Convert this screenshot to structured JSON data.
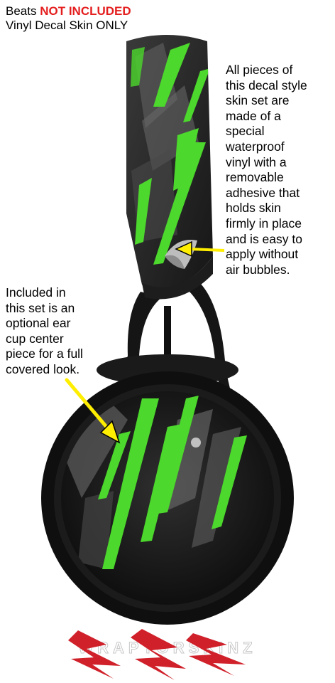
{
  "header": {
    "brand": "Beats",
    "not_included": "NOT INCLUDED",
    "line2": "Vinyl Decal Skin ONLY"
  },
  "callouts": {
    "right": [
      "All pieces of",
      "this decal style",
      "skin set are",
      "made of a",
      "special",
      "waterproof",
      "vinyl with a",
      "removable",
      "adhesive that",
      "holds skin",
      "firmly in place",
      "and is easy to",
      "apply without",
      "air bubbles."
    ],
    "left": [
      "Included in",
      "this set is an",
      "optional ear",
      "cup center",
      "piece for a full",
      "covered look."
    ]
  },
  "logo": {
    "text": "WRAPTORSKINZ"
  },
  "colors": {
    "accent_green": "#4cd82c",
    "header_red": "#e41e1e",
    "arrow_yellow": "#ffee00",
    "headphone_black": "#141414"
  }
}
